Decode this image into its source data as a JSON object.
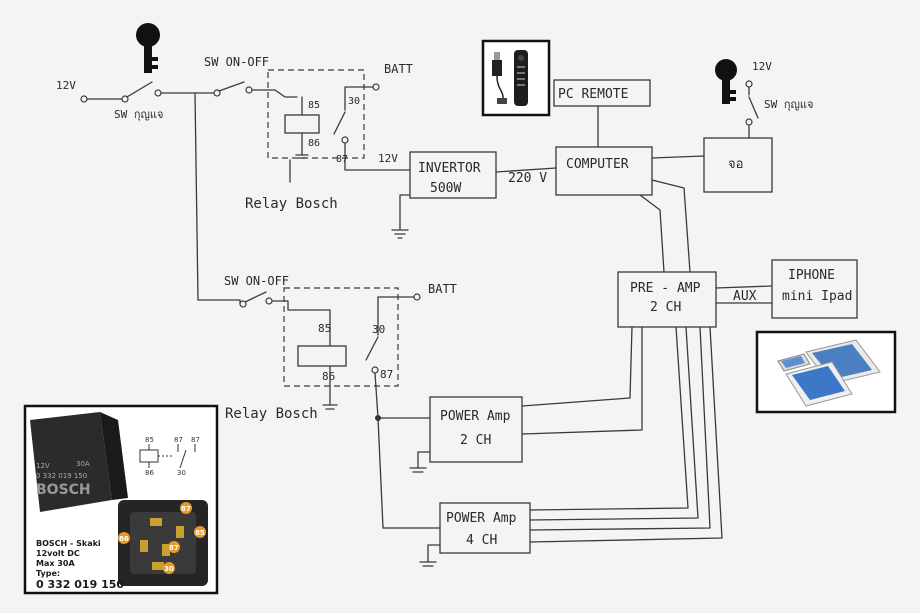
{
  "labels": {
    "v12_left": "12V",
    "v12_relay1": "12V",
    "v12_right": "12V",
    "sw_key_left": "SW กุญแจ",
    "sw_key_right": "SW กุญแจ",
    "sw_onoff_1": "SW ON-OFF",
    "sw_onoff_2": "SW ON-OFF",
    "batt_1": "BATT",
    "batt_2": "BATT",
    "relay1_85": "85",
    "relay1_86": "86",
    "relay1_30": "30",
    "relay1_87": "87",
    "relay2_85": "85",
    "relay2_86": "86",
    "relay2_30": "30",
    "relay2_87": "87",
    "relay_bosch_1": "Relay Bosch",
    "relay_bosch_2": "Relay Bosch",
    "ac_220v": "220 V",
    "aux": "AUX"
  },
  "boxes": {
    "inverter_line1": "INVERTOR",
    "inverter_line2": "500W",
    "computer": "COMPUTER",
    "pc_remote": "PC REMOTE",
    "jo": "จอ",
    "preamp_line1": "PRE - AMP",
    "preamp_line2": "2 CH",
    "iphone_line1": "IPHONE",
    "iphone_line2": "mini Ipad",
    "poweramp2_line1": "POWER Amp",
    "poweramp2_line2": "2 CH",
    "poweramp4_line1": "POWER Amp",
    "poweramp4_line2": "4 CH"
  },
  "photo": {
    "relay_case_line1": "12V",
    "relay_case_line2": "30A",
    "relay_case_line3": "0 332 019 150",
    "relay_case_brand": "BOSCH",
    "schem_85": "85",
    "schem_86": "86",
    "schem_87a": "87",
    "schem_87b": "87",
    "schem_30": "30",
    "pin_87_top": "87",
    "pin_85": "85",
    "pin_86": "86",
    "pin_87_mid": "87",
    "pin_30": "30",
    "caption_1": "BOSCH - Skaki",
    "caption_2": "12volt DC",
    "caption_3": "Max 30A",
    "caption_4": "Type:",
    "part_number": "0 332 019 150"
  }
}
